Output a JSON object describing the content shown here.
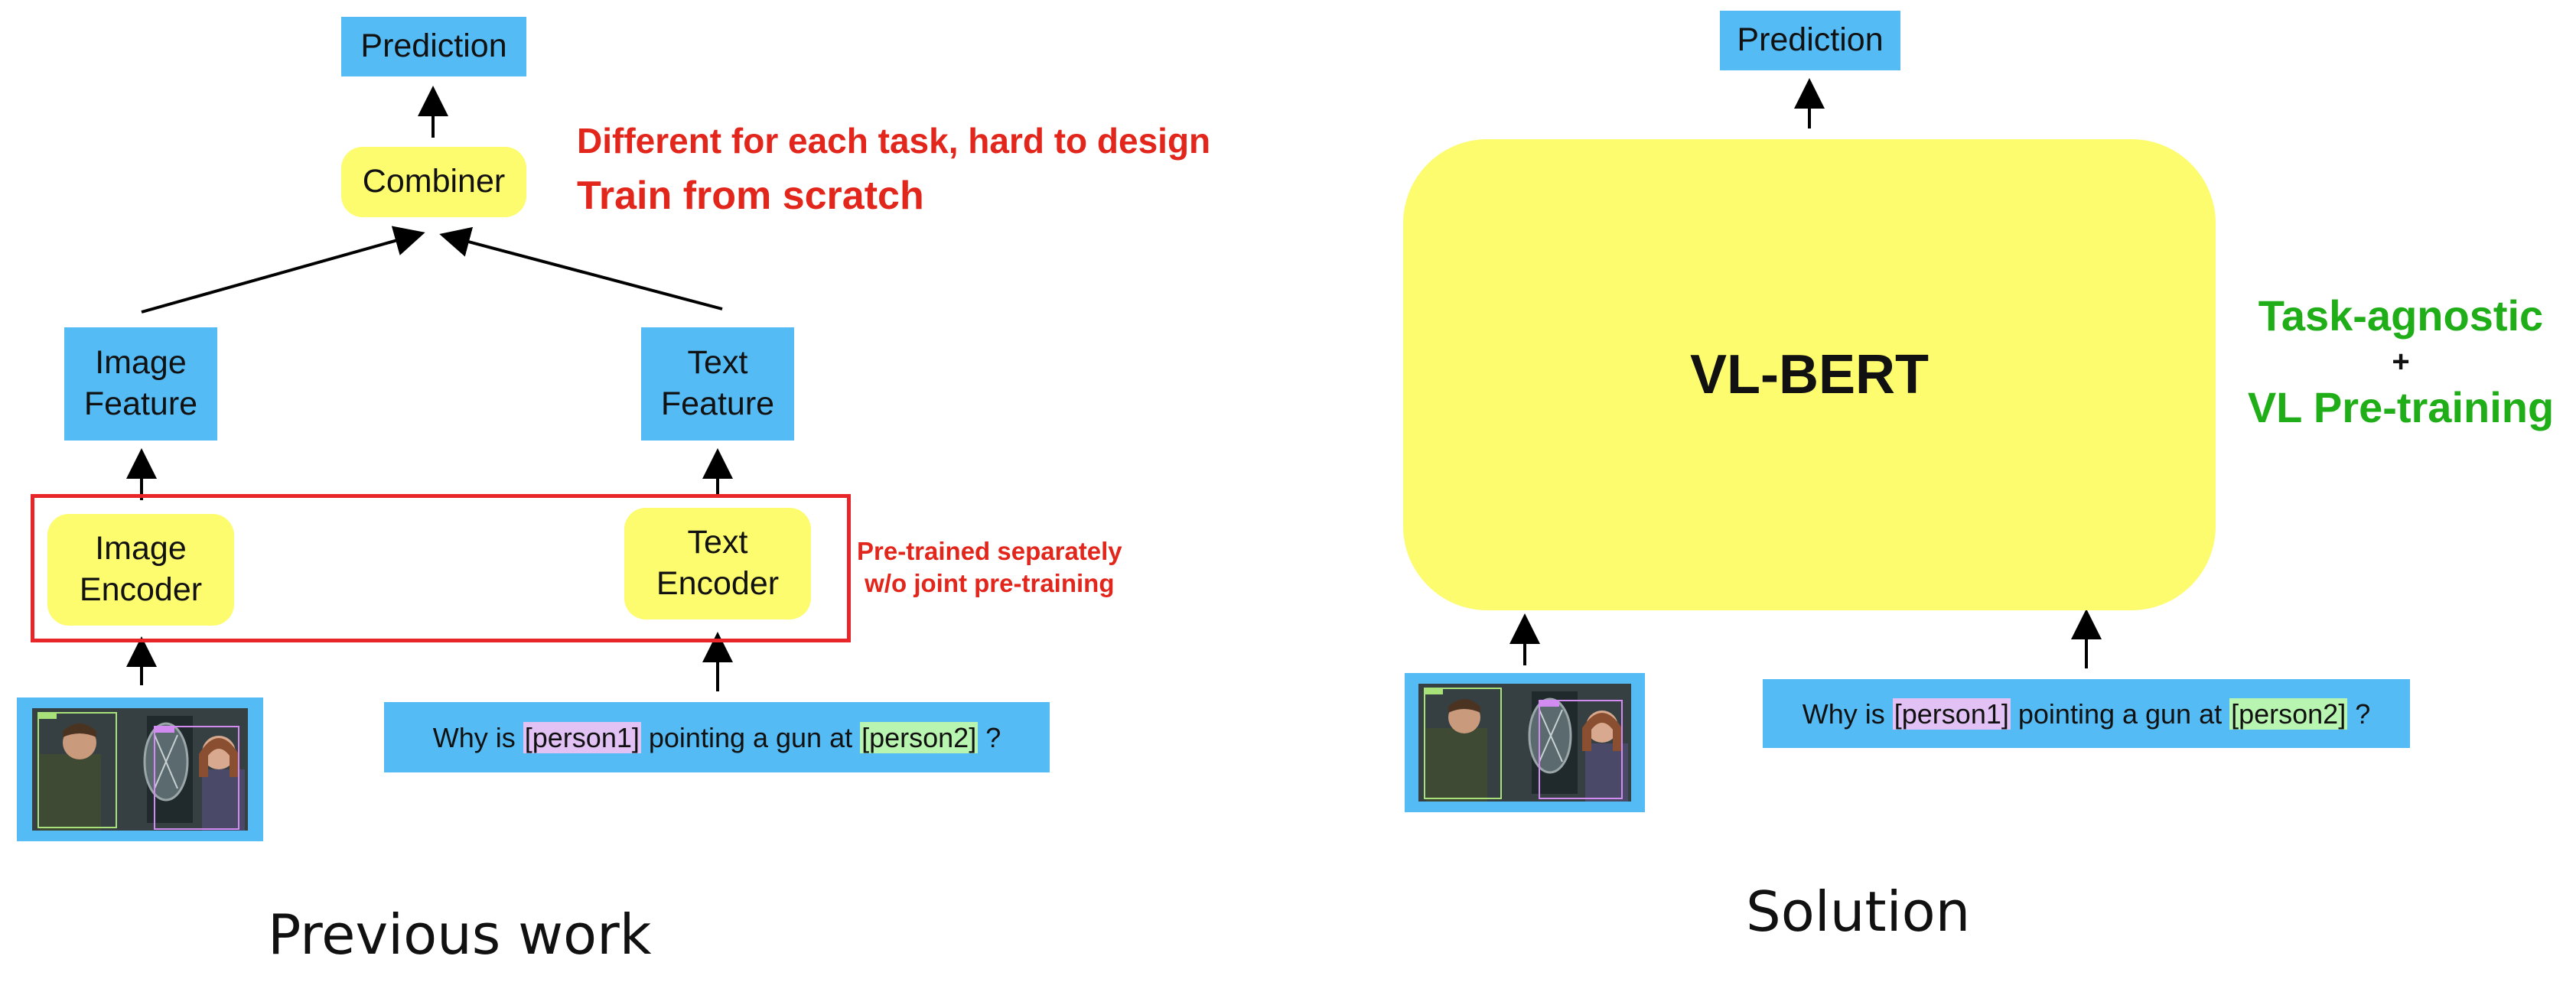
{
  "left": {
    "prediction": "Prediction",
    "combiner": "Combiner",
    "image_feature": "Image\nFeature",
    "text_feature": "Text\nFeature",
    "image_encoder": "Image\nEncoder",
    "text_encoder": "Text\nEncoder",
    "note_line1": "Different for each task, hard to design",
    "note_line2": "Train from scratch",
    "pretrained_line1": "Pre-trained separately",
    "pretrained_line2": "w/o joint pre-training",
    "question": {
      "part1": "Why is ",
      "tag1": "[person1]",
      "part2": " pointing a gun at ",
      "tag2": "[person2]",
      "part3": " ?"
    },
    "caption": "Previous work"
  },
  "right": {
    "prediction": "Prediction",
    "model": "VL-BERT",
    "task_agnostic": "Task-agnostic",
    "plus": "+",
    "vl_pretraining": "VL Pre-training",
    "question": {
      "part1": "Why is ",
      "tag1": "[person1]",
      "part2": " pointing a gun at ",
      "tag2": "[person2]",
      "part3": " ?"
    },
    "caption": "Solution"
  },
  "colors": {
    "box_blue": "#55bbf5",
    "box_yellow": "#fdfb6e",
    "note_red": "#e3261c",
    "note_green": "#1fae17"
  }
}
